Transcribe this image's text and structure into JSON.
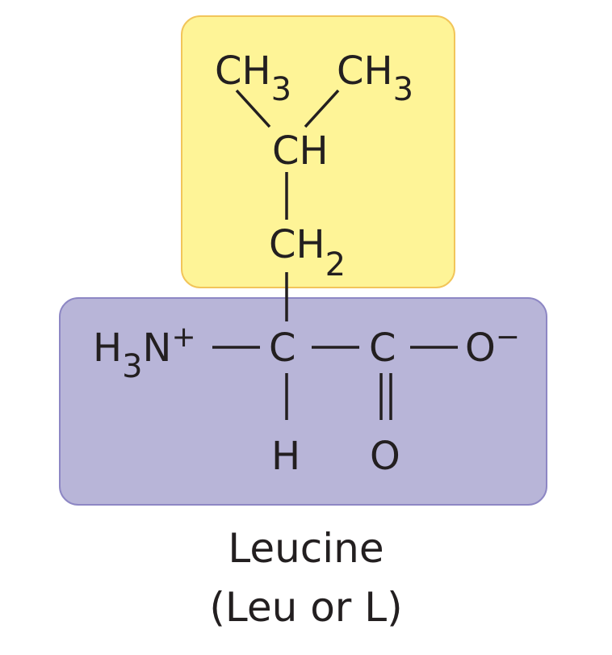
{
  "colors": {
    "side_chain_fill": "#fef497",
    "side_chain_border": "#f2c55a",
    "backbone_fill": "#b8b5d8",
    "backbone_border": "#8d87c4",
    "ink": "#231f20"
  },
  "side_chain": {
    "methyl_left": {
      "base": "CH",
      "sub": "3"
    },
    "methyl_right": {
      "base": "CH",
      "sub": "3"
    },
    "methine": {
      "base": "CH"
    },
    "methylene": {
      "base": "CH",
      "sub": "2"
    }
  },
  "backbone": {
    "amino": {
      "h": "H",
      "sub": "3",
      "n": "N",
      "charge": "+"
    },
    "alpha_carbon": "C",
    "alpha_hydrogen": "H",
    "carboxyl_carbon": "C",
    "carbonyl_oxygen": "O",
    "carboxylate_oxygen": {
      "o": "O",
      "charge": "−"
    }
  },
  "caption": {
    "name": "Leucine",
    "abbreviation": "(Leu or L)"
  }
}
